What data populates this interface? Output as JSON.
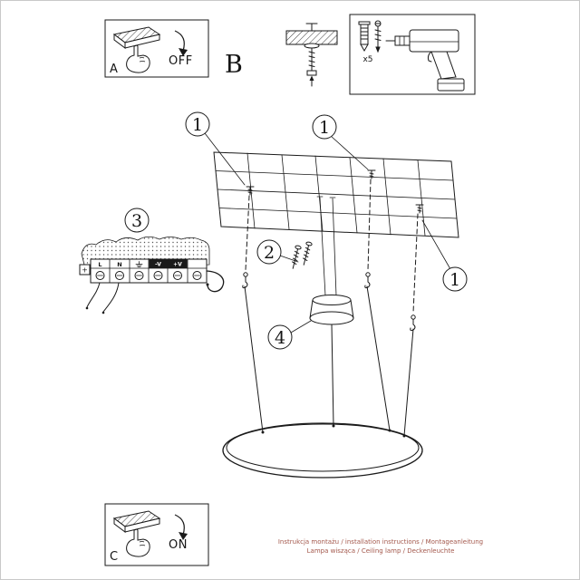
{
  "page": {
    "background": "#ffffff",
    "ink_color": "#1a1a1a",
    "border_color": "#c9c9c9",
    "footer_color": "#a3584c"
  },
  "panel_a": {
    "label": "A",
    "switch_state": "OFF"
  },
  "panel_c": {
    "label": "C",
    "switch_state": "ON"
  },
  "section_b": {
    "label": "B"
  },
  "hardware_box": {
    "anchor_count": "x5"
  },
  "callouts": {
    "step1": "1",
    "step2": "2",
    "step3": "3",
    "step4": "4"
  },
  "terminal_block": {
    "live": "L",
    "neutral": "N",
    "minus_v": "-V",
    "plus_v": "+V",
    "plus_mark": "+"
  },
  "footer": {
    "line1": "Instrukcja montażu / installation instructions / Montageanleitung",
    "line2": "Lampa wisząca / Ceiling lamp / Deckenleuchte"
  }
}
